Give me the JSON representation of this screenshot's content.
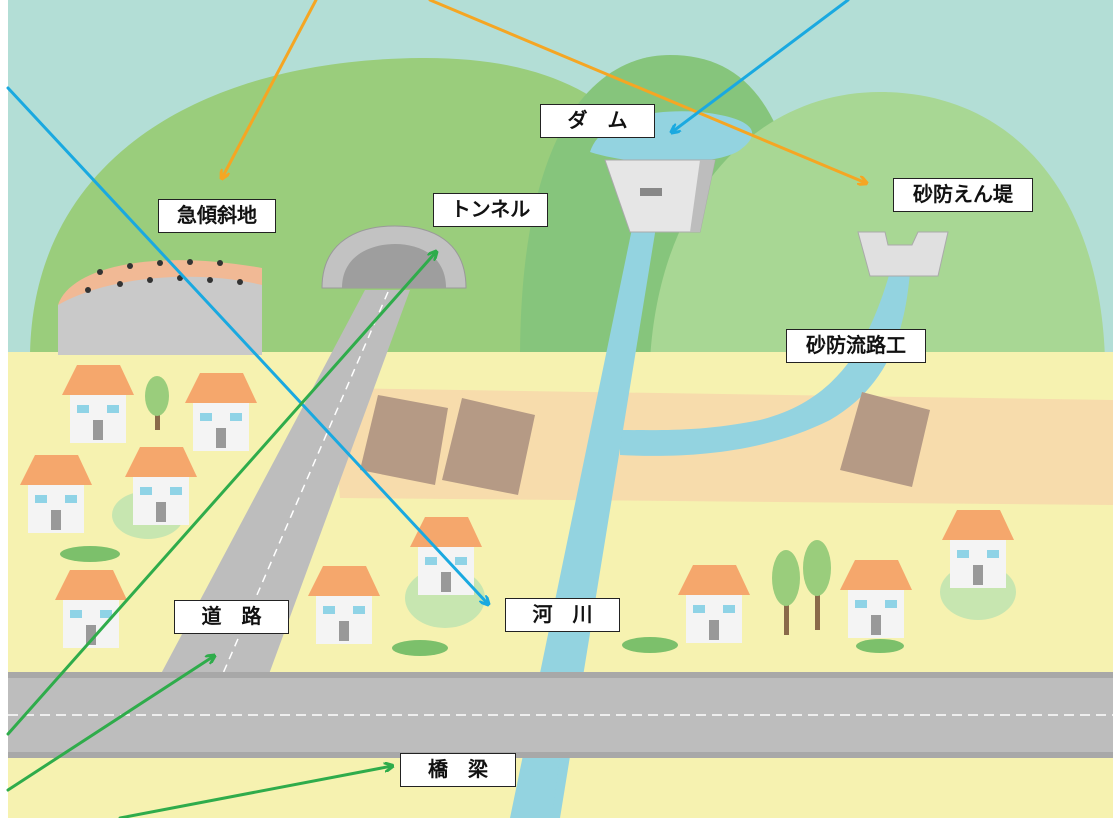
{
  "labels": {
    "dam": "ダ　ム",
    "sabo_dam": "砂防えん堤",
    "steep_slope": "急傾斜地",
    "tunnel": "トンネル",
    "sabo_channel": "砂防流路工",
    "road": "道　路",
    "river": "河　川",
    "bridge": "橋　梁"
  },
  "colors": {
    "sky": "#b3ded6",
    "mountain": "#9acd7c",
    "mountain_dark": "#86c57c",
    "ground": "#f6f2b0",
    "field_band": "#f7dcac",
    "river": "#93d3e0",
    "road": "#bdbdbd",
    "roof": "#f5a76c",
    "house": "#f4f4f4",
    "window": "#8fd3e6",
    "arrow_orange": "#f5a623",
    "arrow_blue": "#1aa9e0",
    "arrow_green": "#2fac4b",
    "farm": "#b59a85"
  },
  "arrows": [
    {
      "name": "arrow-steep-slope",
      "color": "orange"
    },
    {
      "name": "arrow-sabo-dam",
      "color": "orange"
    },
    {
      "name": "arrow-dam",
      "color": "blue"
    },
    {
      "name": "arrow-river",
      "color": "blue"
    },
    {
      "name": "arrow-tunnel",
      "color": "green"
    },
    {
      "name": "arrow-road",
      "color": "green"
    },
    {
      "name": "arrow-bridge",
      "color": "green"
    }
  ]
}
